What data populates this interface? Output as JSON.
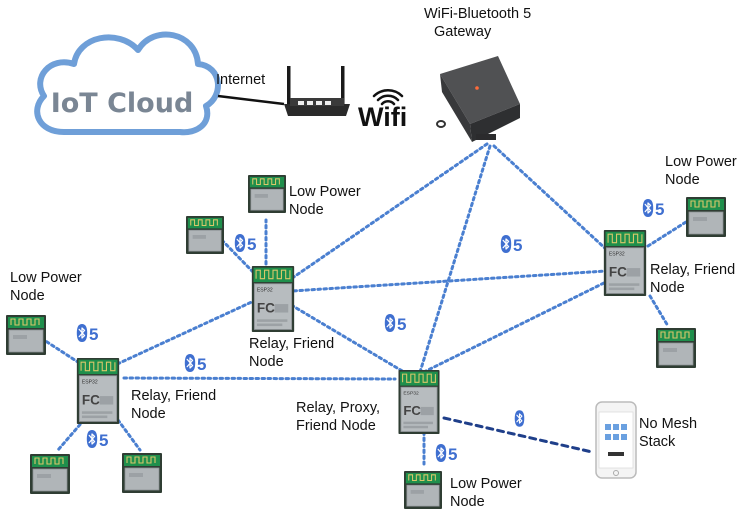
{
  "cloud": {
    "label": "IoT Cloud"
  },
  "internet_label": "Internet",
  "router": {
    "brand_label": "Wifi",
    "icon": "wifi-router-icon"
  },
  "gateway": {
    "title_line1": "WiFi-Bluetooth 5",
    "title_line2": "Gateway"
  },
  "bt_badge": {
    "number": "5",
    "icon": "bluetooth-icon"
  },
  "nodes": {
    "lp_top_center": {
      "line1": "Low Power",
      "line2": "Node"
    },
    "relay_center": {
      "line1": "Relay, Friend",
      "line2": "Node"
    },
    "lp_left": {
      "line1": "Low Power",
      "line2": "Node"
    },
    "relay_left": {
      "line1": "Relay, Friend",
      "line2": "Node"
    },
    "lp_right": {
      "line1": "Low Power",
      "line2": "Node"
    },
    "relay_right": {
      "line1": "Relay, Friend",
      "line2": "Node"
    },
    "proxy": {
      "line1": "Relay, Proxy,",
      "line2": "Friend Node"
    },
    "lp_bottom": {
      "line1": "Low Power",
      "line2": "Node"
    },
    "phone": {
      "line1": "No Mesh",
      "line2": "Stack"
    }
  },
  "colors": {
    "mesh_link": "#4a7fd0",
    "proxy_link": "#1f3f8a",
    "cloud_stroke": "#6f9fd8",
    "bt_blue": "#3f6fd0",
    "gateway_body": "#3c3c3e"
  }
}
